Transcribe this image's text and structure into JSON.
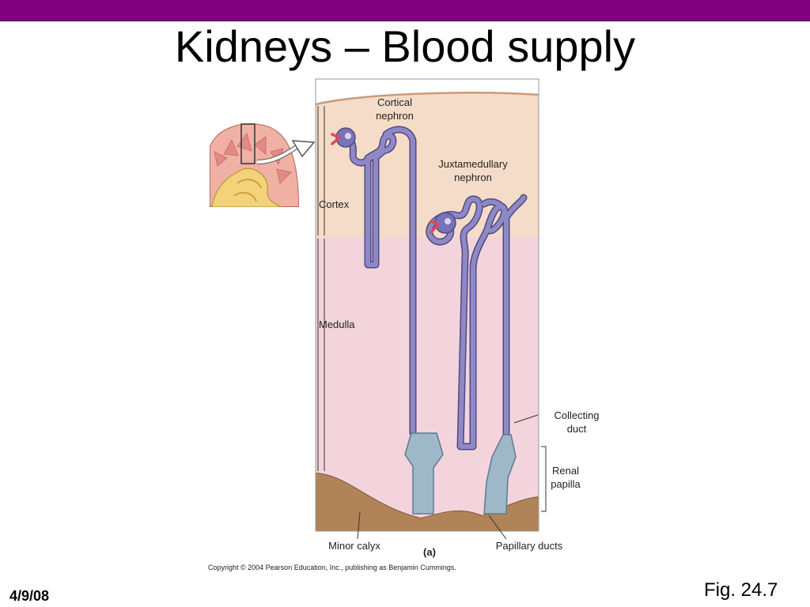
{
  "slide": {
    "title": "Kidneys – Blood supply",
    "date": "4/9/08",
    "figure_ref": "Fig. 24.7"
  },
  "figure": {
    "labels": {
      "cortical_nephron_line1": "Cortical",
      "cortical_nephron_line2": "nephron",
      "juxtamedullary_line1": "Juxtamedullary",
      "juxtamedullary_line2": "nephron",
      "cortex": "Cortex",
      "medulla": "Medulla",
      "collecting_duct_line1": "Collecting",
      "collecting_duct_line2": "duct",
      "renal_papilla_line1": "Renal",
      "renal_papilla_line2": "papilla",
      "minor_calyx": "Minor calyx",
      "panel_label": "(a)",
      "papillary_ducts": "Papillary ducts"
    },
    "copyright": "Copyright © 2004 Pearson Education, Inc., publishing as Benjamin Cummings."
  },
  "colors": {
    "top_bar": "#800080",
    "cortex_fill": "#f5dcc8",
    "medulla_fill": "#f3d4dc",
    "calyx_fill": "#b08458",
    "tubule": "#8e89c4",
    "tubule_outline": "#4e4a86",
    "duct": "#9fb8c8",
    "arteriole": "#e04858"
  }
}
